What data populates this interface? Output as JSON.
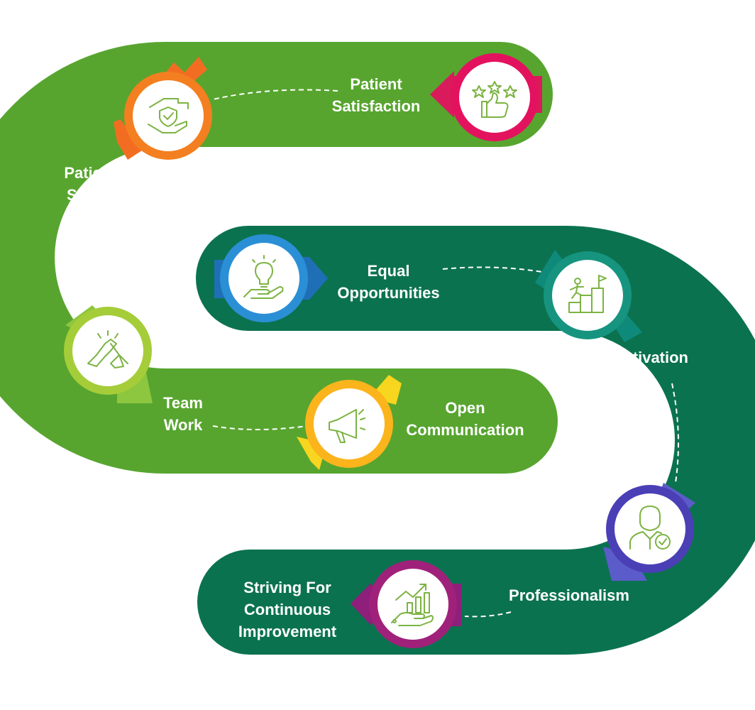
{
  "colors": {
    "light_track": "#57a52f",
    "dark_track": "#0b7250",
    "icon_stroke": "#7cb342",
    "dash": "#ffffff"
  },
  "steps": [
    {
      "key": "patient-satisfaction",
      "lines": [
        "Patient",
        "Satisfaction"
      ],
      "icon": "stars-thumbs-up-icon",
      "ring": "#e3125f",
      "arrow": "#d91b5c"
    },
    {
      "key": "patient-safety",
      "lines": [
        "Patient",
        "Safety"
      ],
      "icon": "protective-hands-icon",
      "ring": "#f47f20",
      "arrow": "#f26d21"
    },
    {
      "key": "team-work",
      "lines": [
        "Team",
        "Work"
      ],
      "icon": "handshake-icon",
      "ring": "#a5cd39",
      "arrow": "#8dc63f"
    },
    {
      "key": "open-communication",
      "lines": [
        "Open",
        "Communication"
      ],
      "icon": "megaphone-icon",
      "ring": "#fbb41c",
      "arrow": "#f8d51e"
    },
    {
      "key": "equal-opportunities",
      "lines": [
        "Equal",
        "Opportunities"
      ],
      "icon": "lightbulb-hand-icon",
      "ring": "#2b8fd6",
      "arrow": "#1f6fb6"
    },
    {
      "key": "motivation",
      "lines": [
        "Motivation"
      ],
      "icon": "climbing-steps-icon",
      "ring": "#16947f",
      "arrow": "#0f8a7a"
    },
    {
      "key": "professionalism",
      "lines": [
        "Professionalism"
      ],
      "icon": "professional-person-icon",
      "ring": "#4b3fb6",
      "arrow": "#5b5cc9"
    },
    {
      "key": "striving-for-continuous-improvement",
      "lines": [
        "Striving For",
        "Continuous",
        "Improvement"
      ],
      "icon": "growth-chart-hand-icon",
      "ring": "#a0217a",
      "arrow": "#8e1f7a"
    }
  ]
}
